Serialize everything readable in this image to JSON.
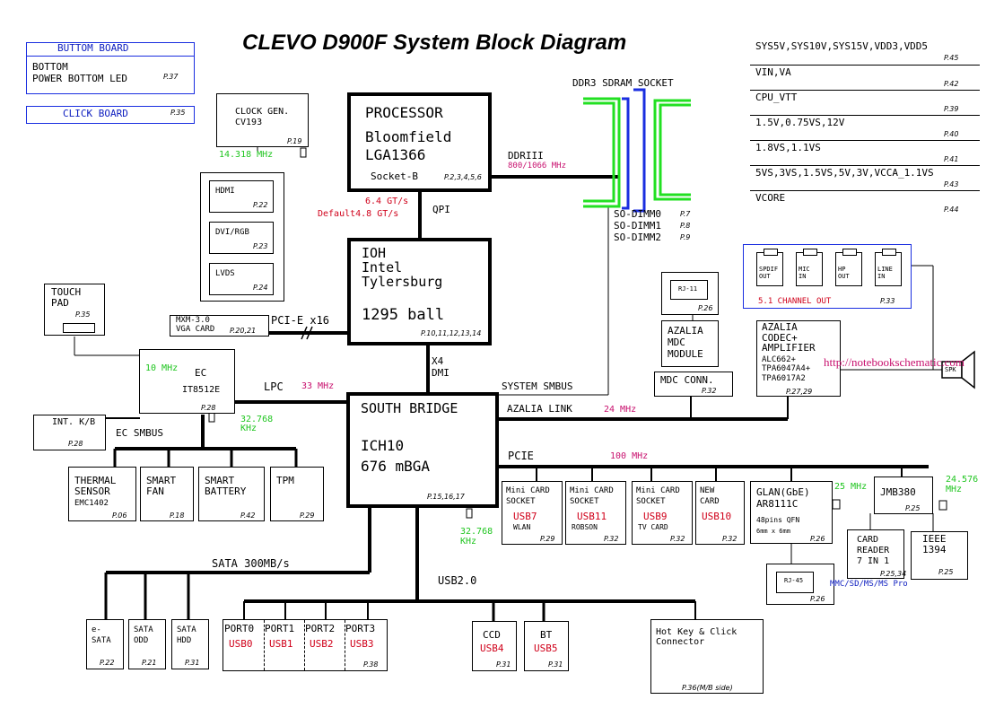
{
  "title": "CLEVO D900F System Block Diagram",
  "watermark": "http://notebookschematic.com",
  "bottom_board": {
    "title": "BUTTOM BOARD",
    "text": "BOTTOM\nPOWER BOTTOM LED",
    "page": "P.37"
  },
  "click_board": {
    "title": "CLICK BOARD",
    "page": "P.35"
  },
  "power_rails": [
    {
      "text": "SYS5V,SYS10V,SYS15V,VDD3,VDD5",
      "page": "P.45"
    },
    {
      "text": "VIN,VA",
      "page": "P.42"
    },
    {
      "text": "CPU_VTT",
      "page": "P.39"
    },
    {
      "text": "1.5V,0.75VS,12V",
      "page": "P.40"
    },
    {
      "text": "1.8VS,1.1VS",
      "page": "P.41"
    },
    {
      "text": "5VS,3VS,1.5VS,5V,3V,VCCA_1.1VS",
      "page": "P.43"
    },
    {
      "text": "VCORE",
      "page": "P.44"
    }
  ],
  "clock_gen": {
    "text": "CLOCK GEN.\nCV193",
    "page": "P.19",
    "freq": "14.318 MHz"
  },
  "processor": {
    "title": "PROCESSOR",
    "name": "Bloomfield\nLGA1366",
    "socket": "Socket-B",
    "page": "P.2,3,4,5,6"
  },
  "ddr": {
    "label": "DDR3 SDRAM SOCKET",
    "bus": "DDRIII",
    "speed": "800/1066 MHz",
    "dimms": [
      {
        "name": "SO-DIMM0",
        "page": "P.7"
      },
      {
        "name": "SO-DIMM1",
        "page": "P.8"
      },
      {
        "name": "SO-DIMM2",
        "page": "P.9"
      }
    ]
  },
  "qpi": {
    "label": "QPI",
    "speed": "6.4 GT/s",
    "default": "Default4.8 GT/s"
  },
  "video": [
    {
      "name": "HDMI",
      "page": "P.22"
    },
    {
      "name": "DVI/RGB",
      "page": "P.23"
    },
    {
      "name": "LVDS",
      "page": "P.24"
    }
  ],
  "mxm": {
    "text": "MXM-3.0\nVGA CARD",
    "page": "P.20,21",
    "bus": "PCI-E x16"
  },
  "ioh": {
    "text": "IOH\nIntel\nTylersburg",
    "ball": "1295 ball",
    "page": "P.10,11,12,13,14"
  },
  "dmi": {
    "text": "X4\nDMI"
  },
  "touchpad": {
    "text": "TOUCH\nPAD",
    "page": "P.35"
  },
  "ec": {
    "title": "EC",
    "chip": "IT8512E",
    "page": "P.28",
    "freq": "10 MHz",
    "crystal": "32.768\nKHz"
  },
  "lpc": {
    "label": "LPC",
    "speed": "33 MHz"
  },
  "kb": {
    "text": "INT. K/B",
    "page": "P.28"
  },
  "ec_smbus": "EC SMBUS",
  "smbus_devices": [
    {
      "text": "THERMAL\nSENSOR",
      "sub": "EMC1402",
      "page": "P.06"
    },
    {
      "text": "SMART\nFAN",
      "page": "P.18"
    },
    {
      "text": "SMART\nBATTERY",
      "page": "P.42"
    },
    {
      "text": "TPM",
      "page": "P.29"
    }
  ],
  "south_bridge": {
    "title": "SOUTH BRIDGE",
    "chip": "ICH10\n676 mBGA",
    "page": "P.15,16,17",
    "crystal": "32.768\nKHz"
  },
  "system_smbus": "SYSTEM SMBUS",
  "azalia_link": {
    "label": "AZALIA LINK",
    "speed": "24 MHz"
  },
  "rj11": {
    "text": "RJ-11",
    "page": "P.26"
  },
  "mdc": {
    "text": "AZALIA\nMDC\nMODULE",
    "conn": "MDC CONN.",
    "conn_page": "P.32"
  },
  "audio_jacks": [
    {
      "text": "SPDIF\nOUT"
    },
    {
      "text": "MIC\nIN"
    },
    {
      "text": "HP\nOUT"
    },
    {
      "text": "LINE\nIN"
    }
  ],
  "audio_channel": {
    "text": "5.1 CHANNEL OUT",
    "page": "P.33"
  },
  "codec": {
    "text": "AZALIA\nCODEC+\nAMPLIFIER",
    "parts": "ALC662+\nTPA6047A4+\nTPA6017A2",
    "page": "P.27,29"
  },
  "speaker": "SPK",
  "pcie": {
    "label": "PCIE",
    "speed": "100 MHz"
  },
  "pcie_slots": [
    {
      "text": "Mini CARD\nSOCKET",
      "usb": "USB7",
      "sub": "WLAN",
      "page": "P.29"
    },
    {
      "text": "Mini CARD\nSOCKET",
      "usb": "USB11",
      "sub": "ROBSON",
      "page": "P.32"
    },
    {
      "text": "Mini CARD\nSOCKET",
      "usb": "USB9",
      "sub": "TV CARD",
      "page": "P.32"
    },
    {
      "text": "NEW\nCARD",
      "usb": "USB10",
      "sub": "",
      "page": "P.32"
    }
  ],
  "glan": {
    "text": "GLAN(GbE)\nAR8111C",
    "sub": "48pins QFN",
    "size": "6mm x 6mm",
    "page": "P.26",
    "freq": "25 MHz"
  },
  "rj45": {
    "text": "RJ-45",
    "page": "P.26"
  },
  "jmb": {
    "text": "JMB380",
    "page": "P.25",
    "freq": "24.576\nMHz"
  },
  "card_reader": {
    "text": "CARD\nREADER\n7 IN 1",
    "page": "P.25,34",
    "formats": "MMC/SD/MS/MS Pro"
  },
  "ieee": {
    "text": "IEEE\n1394",
    "page": "P.25"
  },
  "sata": {
    "label": "SATA 300MB/s",
    "devices": [
      {
        "text": "e-\nSATA",
        "page": "P.22"
      },
      {
        "text": "SATA\nODD",
        "page": "P.21"
      },
      {
        "text": "SATA\nHDD",
        "page": "P.31"
      }
    ]
  },
  "usb": {
    "label": "USB2.0",
    "ports": [
      {
        "name": "PORT0",
        "usb": "USB0"
      },
      {
        "name": "PORT1",
        "usb": "USB1"
      },
      {
        "name": "PORT2",
        "usb": "USB2"
      },
      {
        "name": "PORT3",
        "usb": "USB3"
      }
    ],
    "ports_page": "P.38"
  },
  "ccd": {
    "text": "CCD",
    "usb": "USB4",
    "page": "P.31"
  },
  "bt": {
    "text": "BT",
    "usb": "USB5",
    "page": "P.31"
  },
  "hotkey": {
    "text": "Hot Key & Click\nConnector",
    "page": "P.36(M/B side)"
  },
  "colors": {
    "red": "#d0021b",
    "green": "#1fc51f",
    "blue": "#1020c0",
    "magenta": "#c8106e"
  }
}
